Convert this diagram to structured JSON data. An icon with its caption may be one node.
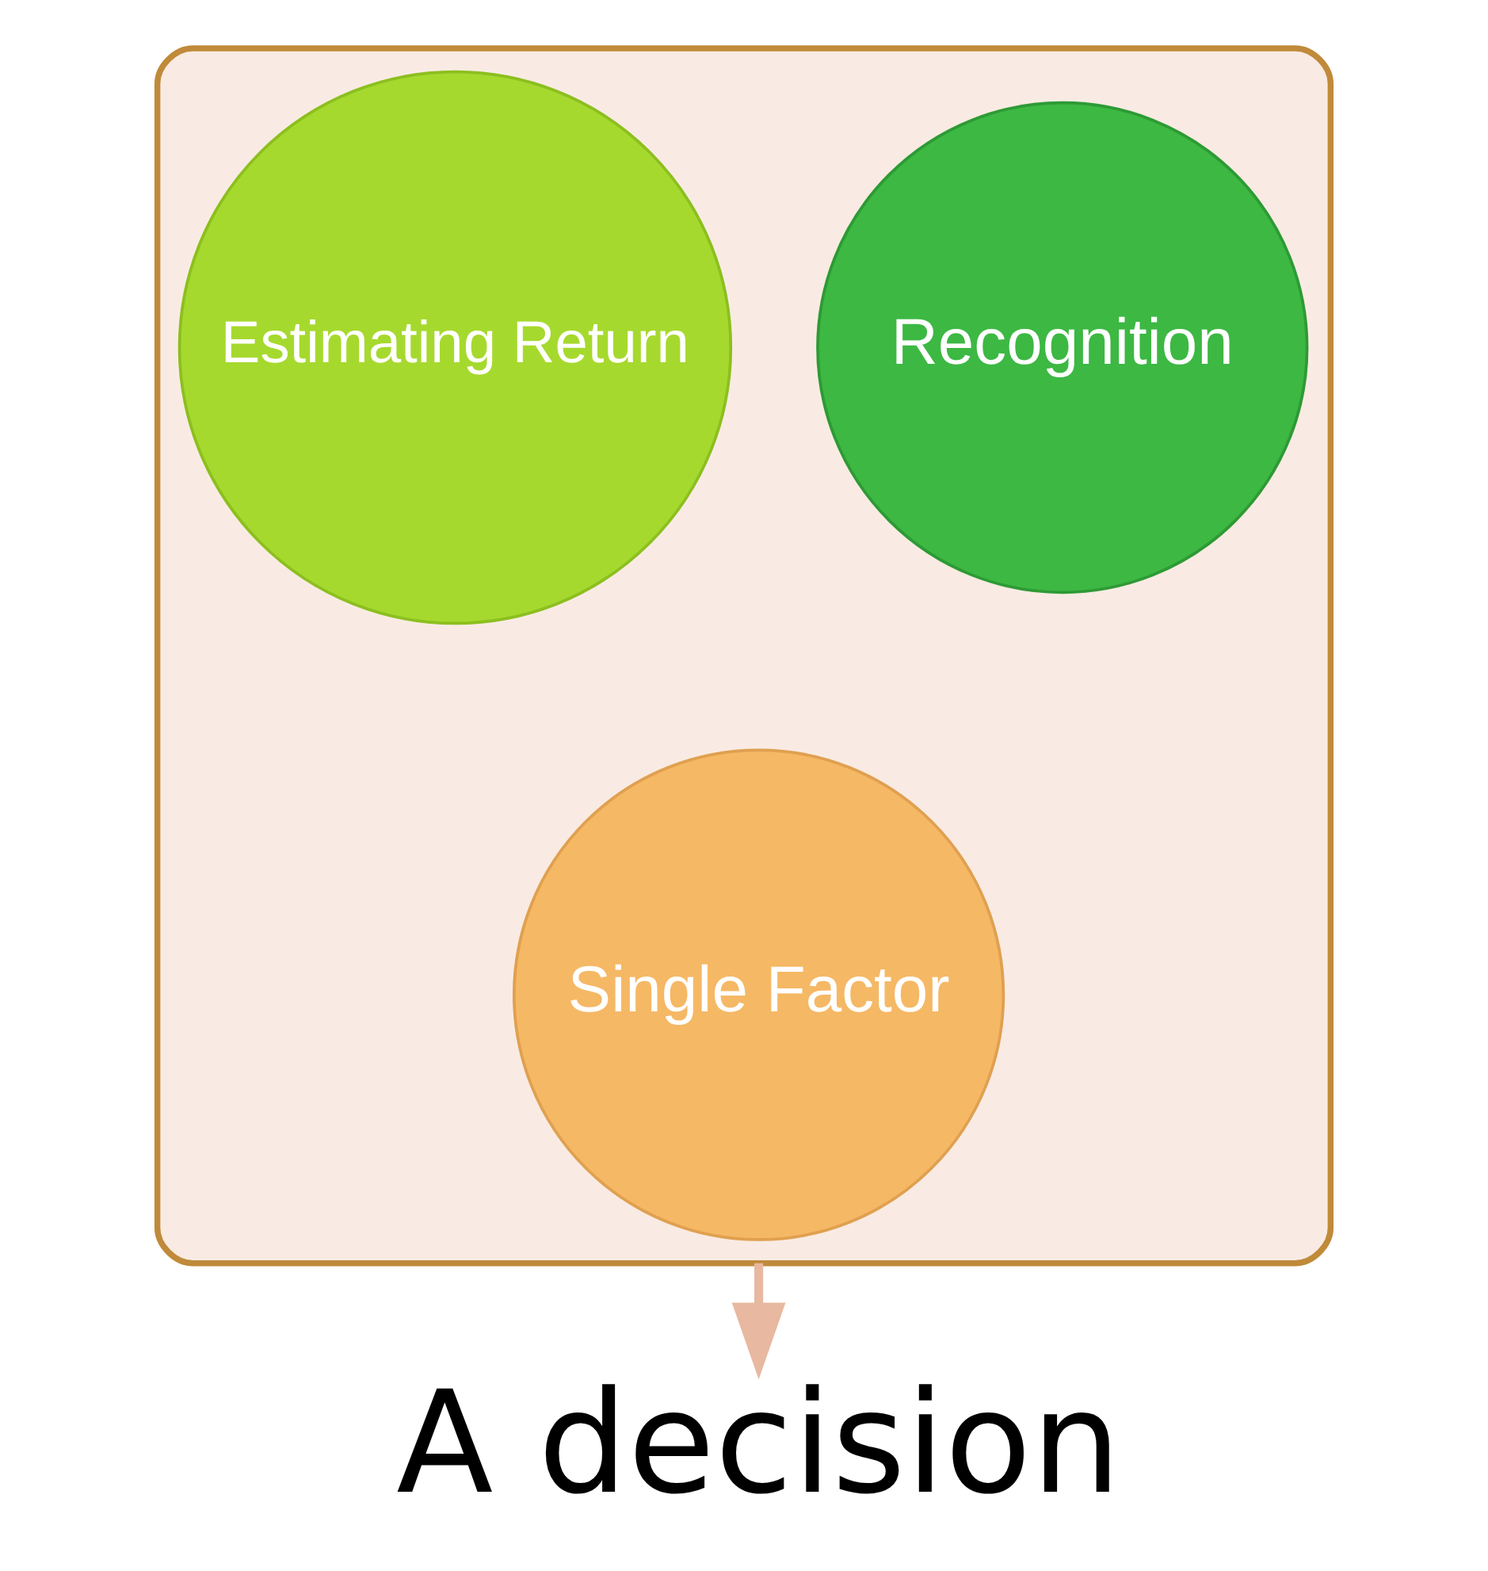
{
  "diagram": {
    "nodes": [
      {
        "text": [],
        "shape": "funnel"
      },
      {
        "text": [
          "Estimating Return"
        ],
        "in": 0
      },
      {
        "text": [
          "Recognition"
        ],
        "in": 0
      },
      {
        "text": [
          "Single Factor"
        ],
        "in": 0
      },
      {
        "text": [
          "A decision"
        ]
      }
    ],
    "edges": [
      {
        "from": 0,
        "to": 4,
        "arrow": "to"
      }
    ]
  }
}
